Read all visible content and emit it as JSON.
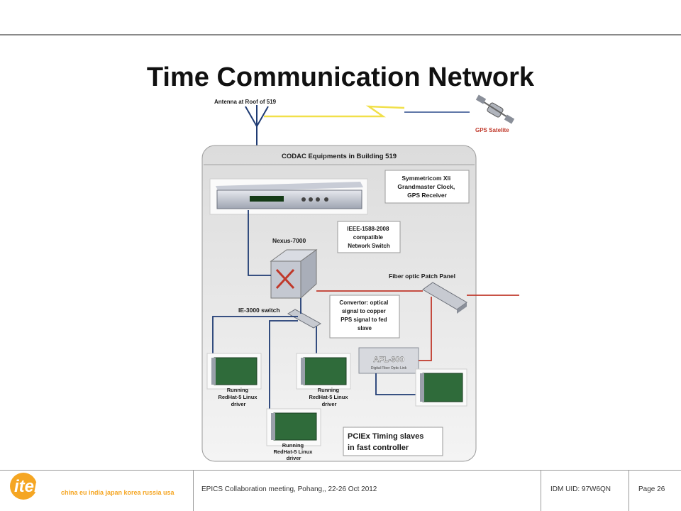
{
  "slide": {
    "title": "Time Communication Network"
  },
  "diagram": {
    "antenna_label": "Antenna at Roof of 519",
    "satellite_label": "GPS Satelite",
    "building_label": "CODAC Equipments in Building 519",
    "grandmaster_callout": [
      "Symmetricom Xli",
      "Grandmaster Clock,",
      "GPS Receiver"
    ],
    "switch_callout": [
      "IEEE-1588-2008",
      "compatible",
      "Network Switch"
    ],
    "nexus_label": "Nexus-7000",
    "patch_panel_label": "Fiber optic Patch Panel",
    "ie_switch_label": "IE-3000 switch",
    "convertor_callout": [
      "Convertor: optical",
      "signal to copper",
      "PPS signal to fed",
      "slave"
    ],
    "afl_label": "AFL-300",
    "afl_sublabel": "Digital Fiber Optic Link",
    "card_caption": [
      "Running",
      "RedHat-5 Linux",
      "driver"
    ],
    "pciex_callout": [
      "PCIEx Timing slaves",
      "in fast controller"
    ],
    "colors": {
      "fiber": "#c0392b",
      "copper": "#1f3b73",
      "panel": "#e8e8e8"
    }
  },
  "footer": {
    "logo_text": "iter",
    "logo_tagline": "china eu india japan korea russia usa",
    "meeting": "EPICS Collaboration meeting, Pohang,, 22-26 Oct 2012",
    "idm": "IDM UID: 97W6QN",
    "page": "Page 26"
  }
}
